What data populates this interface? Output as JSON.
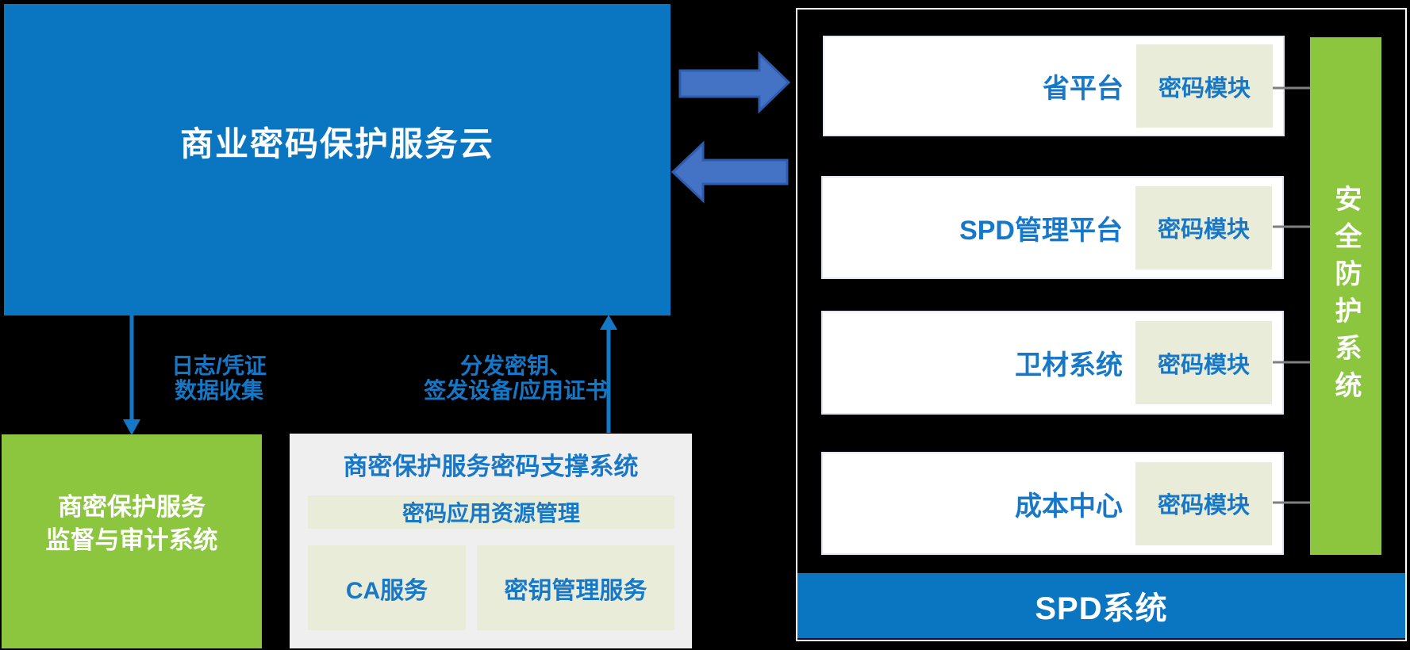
{
  "colors": {
    "primary_blue": "#0a76c2",
    "fat_arrow_fill": "#4472c4",
    "fat_arrow_stroke": "#2f5cad",
    "thin_arrow_blue": "#1477c8",
    "green": "#8cc63e",
    "beige_module": "#e9ecd8",
    "text_blue": "#1878c8",
    "connector_gray": "#7f7f7f"
  },
  "cloud": {
    "label": "商业密码保护服务云"
  },
  "edges": {
    "down_label": [
      "日志/凭证",
      "数据收集"
    ],
    "up_label": [
      "分发密钥、",
      "签发设备/应用证书"
    ]
  },
  "audit": {
    "line1": "商密保护服务",
    "line2": "监督与审计系统"
  },
  "support": {
    "title": "商密保护服务密码支撑系统",
    "resource_label": "密码应用资源管理",
    "ca_label": "CA服务",
    "kms_label": "密钥管理服务"
  },
  "spd": {
    "rows": [
      {
        "label": "省平台",
        "module": "密码模块"
      },
      {
        "label": "SPD管理平台",
        "module": "密码模块"
      },
      {
        "label": "卫材系统",
        "module": "密码模块"
      },
      {
        "label": "成本中心",
        "module": "密码模块"
      }
    ],
    "security_label": "安全防护系统",
    "footer_label": "SPD系统"
  }
}
